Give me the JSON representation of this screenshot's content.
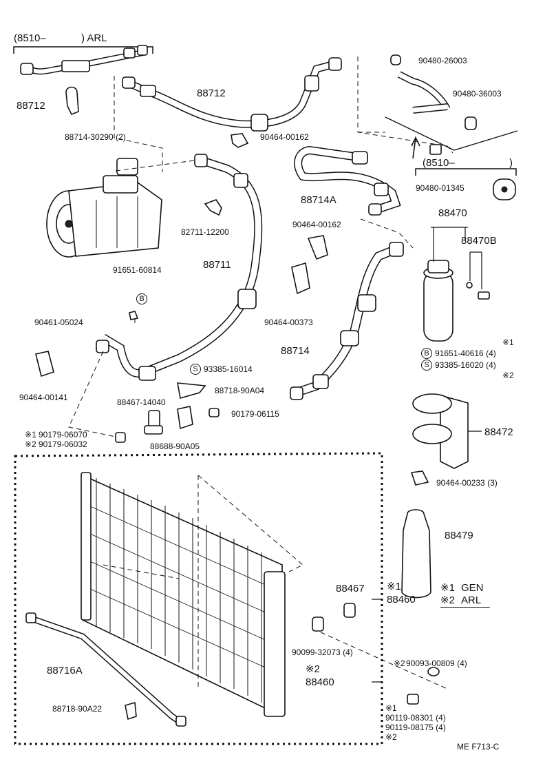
{
  "group_headers": {
    "arl_start": "(8510–",
    "arl_end": ") ARL",
    "mid_start": "(8510–",
    "mid_end": ")"
  },
  "parts": {
    "p88712_left": "88712",
    "p88714_30290": "88714-30290 (2)",
    "p88712_top": "88712",
    "p90464_00162_a": "90464-00162",
    "p90480_26003": "90480-26003",
    "p90480_36003": "90480-36003",
    "p90480_01345": "90480-01345",
    "p88714A": "88714A",
    "p82711_12200": "82711-12200",
    "p88711": "88711",
    "p90464_00162_b": "90464-00162",
    "p88470": "88470",
    "p88470B": "88470B",
    "p91651_60814": "91651-60814",
    "p90461_05024": "90461-05024",
    "p90464_00373": "90464-00373",
    "p88714": "88714",
    "p91651_40616": "91651-40616 (4)",
    "p93385_16020": "93385-16020 (4)",
    "p90464_00141": "90464-00141",
    "p93385_16014": "93385-16014",
    "p88718_90A04": "88718-90A04",
    "p88467_14040": "88467-14040",
    "p90179_06115": "90179-06115",
    "p90179_06070": "90179-06070",
    "p90179_06032": "90179-06032",
    "p88688_90A05": "88688-90A05",
    "p88472": "88472",
    "p90464_00233": "90464-00233 (3)",
    "p88479": "88479",
    "p88467": "88467",
    "p88460_a": "88460",
    "p88460_b": "88460",
    "p90099_32073": "90099-32073 (4)",
    "p90093_00809": "90093-00809 (4)",
    "p88716A": "88716A",
    "p88718_90A22": "88718-90A22",
    "p90119_08301": "90119-08301 (4)",
    "p90119_08175": "90119-08175 (4)"
  },
  "markers": {
    "note1": "※1",
    "note2": "※2",
    "circle_b": "B",
    "circle_s": "S"
  },
  "legend": {
    "gen_mark": "※1",
    "gen_text": "GEN",
    "arl_mark": "※2",
    "arl_text": "ARL"
  },
  "footer_code": "ME  F713-C"
}
